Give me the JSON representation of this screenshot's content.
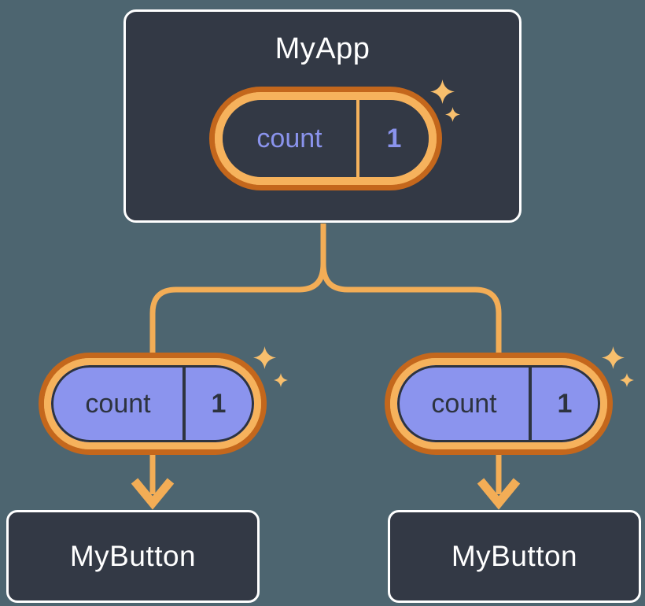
{
  "nodes": {
    "app": {
      "title": "MyApp",
      "state": {
        "label": "count",
        "value": "1"
      }
    },
    "left_button": {
      "title": "MyButton",
      "state": {
        "label": "count",
        "value": "1"
      }
    },
    "right_button": {
      "title": "MyButton",
      "state": {
        "label": "count",
        "value": "1"
      }
    }
  },
  "icons": {
    "sparkle": "✦"
  },
  "colors": {
    "page_bg": "#4d6570",
    "card_bg": "#333945",
    "card_border": "#ffffff",
    "ring_dark": "#c4671c",
    "ring_light": "#f6b25c",
    "connector": "#f3ad56",
    "sparkle": "#f8bf6d",
    "state_text_light": "#8a93ec",
    "state_fill": "#8b94ee",
    "state_text_dark": "#2d333f",
    "title_text": "#ffffff"
  }
}
